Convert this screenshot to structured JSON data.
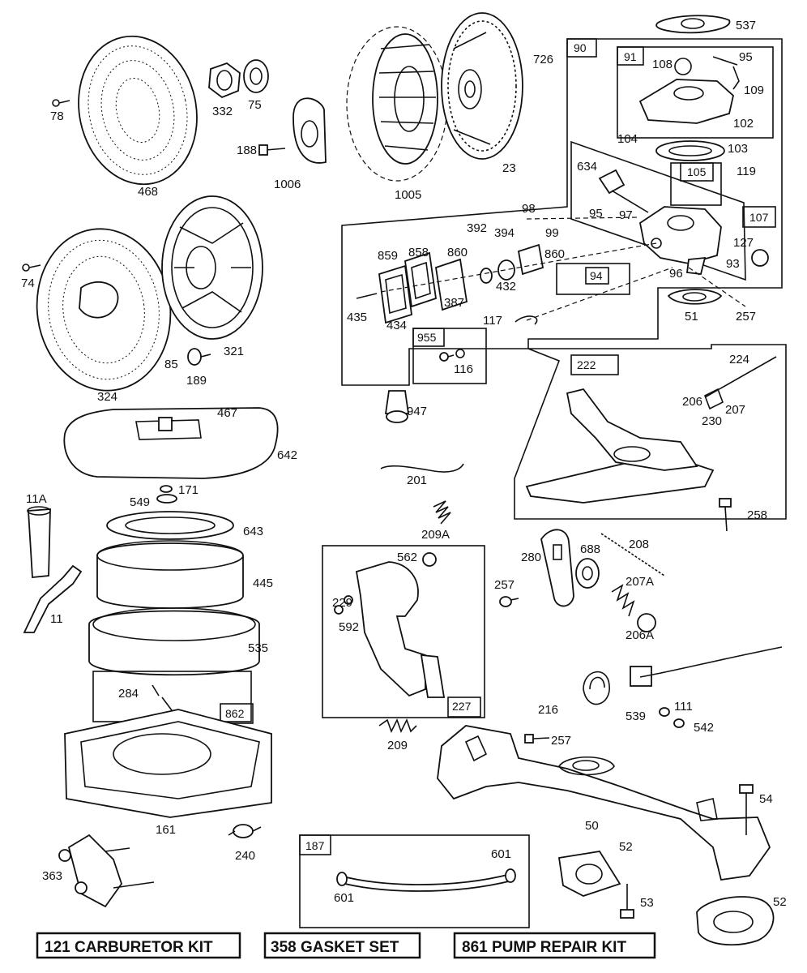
{
  "parts": {
    "p537": "537",
    "p726": "726",
    "p90": "90",
    "p91": "91",
    "p108": "108",
    "p95a": "95",
    "p109": "109",
    "p102": "102",
    "p104": "104",
    "p103": "103",
    "p105": "105",
    "p119": "119",
    "p634": "634",
    "p95b": "95",
    "p97": "97",
    "p107": "107",
    "p98": "98",
    "p99": "99",
    "p392": "392",
    "p394": "394",
    "p859": "859",
    "p858": "858",
    "p860a": "860",
    "p860b": "860",
    "p94": "94",
    "p127": "127",
    "p93": "93",
    "p96": "96",
    "p432": "432",
    "p387": "387",
    "p434": "434",
    "p435": "435",
    "p117": "117",
    "p51": "51",
    "p257a": "257",
    "p955": "955",
    "p116": "116",
    "p78": "78",
    "p332": "332",
    "p75": "75",
    "p188": "188",
    "p1006": "1006",
    "p468": "468",
    "p1005": "1005",
    "p23": "23",
    "p74": "74",
    "p321": "321",
    "p85": "85",
    "p189": "189",
    "p324": "324",
    "p947": "947",
    "p222": "222",
    "p224": "224",
    "p206": "206",
    "p207": "207",
    "p230": "230",
    "p258": "258",
    "p467": "467",
    "p642": "642",
    "p201": "201",
    "p209A": "209A",
    "p11A": "11A",
    "p171": "171",
    "p549": "549",
    "p643": "643",
    "p445": "445",
    "p11": "11",
    "p535": "535",
    "p562": "562",
    "p229": "229",
    "p592": "592",
    "p227": "227",
    "p280": "280",
    "p688": "688",
    "p208": "208",
    "p257b": "257",
    "p207A": "207A",
    "p206A": "206A",
    "p284": "284",
    "p862": "862",
    "p161": "161",
    "p216": "216",
    "p539": "539",
    "p111": "111",
    "p542": "542",
    "p209": "209",
    "p257c": "257",
    "p54": "54",
    "p50": "50",
    "p240": "240",
    "p363": "363",
    "p187": "187",
    "p601a": "601",
    "p601b": "601",
    "p52a": "52",
    "p53": "53",
    "p52b": "52"
  },
  "kits": {
    "carburetor": "121 CARBURETOR KIT",
    "gasket": "358 GASKET SET",
    "pump": "861 PUMP REPAIR KIT"
  }
}
